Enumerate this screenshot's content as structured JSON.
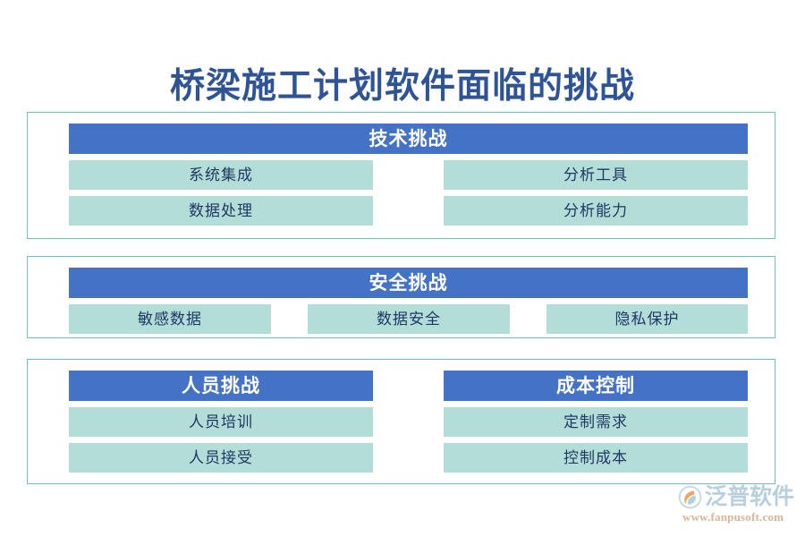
{
  "page": {
    "title": "桥梁施工计划软件面临的挑战",
    "background_color": "#ffffff",
    "title_color": "#2f5496",
    "frame_border_color": "#6cc5b0",
    "header_color": "#4472c4",
    "item_color": "#b3ded7",
    "item_text_color": "#1f3864"
  },
  "sections": [
    {
      "id": "tech",
      "blocks": [
        {
          "header": "技术挑战",
          "items": [
            "系统集成",
            "数据处理",
            "分析工具",
            "分析能力"
          ]
        }
      ]
    },
    {
      "id": "safety",
      "blocks": [
        {
          "header": "安全挑战",
          "items": [
            "敏感数据",
            "数据安全",
            "隐私保护"
          ]
        }
      ]
    },
    {
      "id": "people",
      "blocks": [
        {
          "header": "人员挑战",
          "items": [
            "人员培训",
            "人员接受"
          ]
        },
        {
          "header": "成本控制",
          "items": [
            "定制需求",
            "控制成本"
          ]
        }
      ]
    }
  ],
  "watermark": {
    "name": "泛普软件",
    "url": "www.fanpusoft.com",
    "name_color": "#b8cfe0",
    "url_color": "#d8b49a",
    "mark_color": "#e8a766"
  }
}
